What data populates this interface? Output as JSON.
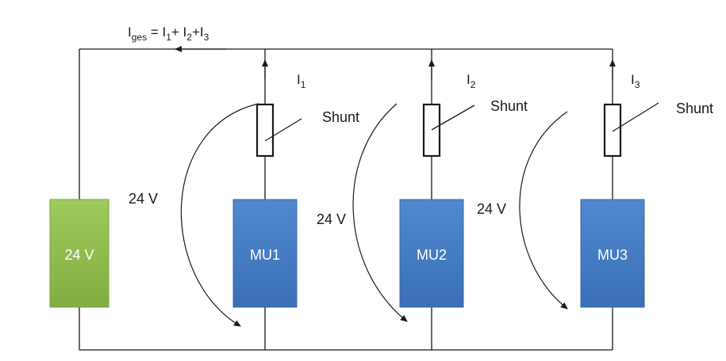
{
  "total_current": {
    "prefix": "I",
    "sub": "ges",
    "equation": [
      {
        "t": " = I"
      },
      {
        "s": "1"
      },
      {
        "t": "+ I"
      },
      {
        "s": "2"
      },
      {
        "t": "+I"
      },
      {
        "s": "3"
      }
    ]
  },
  "source": {
    "label": "24 V",
    "color": "#92c04f",
    "color_dark": "#7aa13c"
  },
  "units": [
    {
      "label": "MU1",
      "current": "I",
      "current_sub": "1",
      "shunt": "Shunt",
      "voltage": "24 V"
    },
    {
      "label": "MU2",
      "current": "I",
      "current_sub": "2",
      "shunt": "Shunt",
      "voltage": "24 V"
    },
    {
      "label": "MU3",
      "current": "I",
      "current_sub": "3",
      "shunt": "Shunt",
      "voltage": "24 V"
    }
  ],
  "colors": {
    "unit_fill": "#4a80c6",
    "unit_fill_dark": "#3668a8",
    "wire": "#1a1a1a"
  }
}
